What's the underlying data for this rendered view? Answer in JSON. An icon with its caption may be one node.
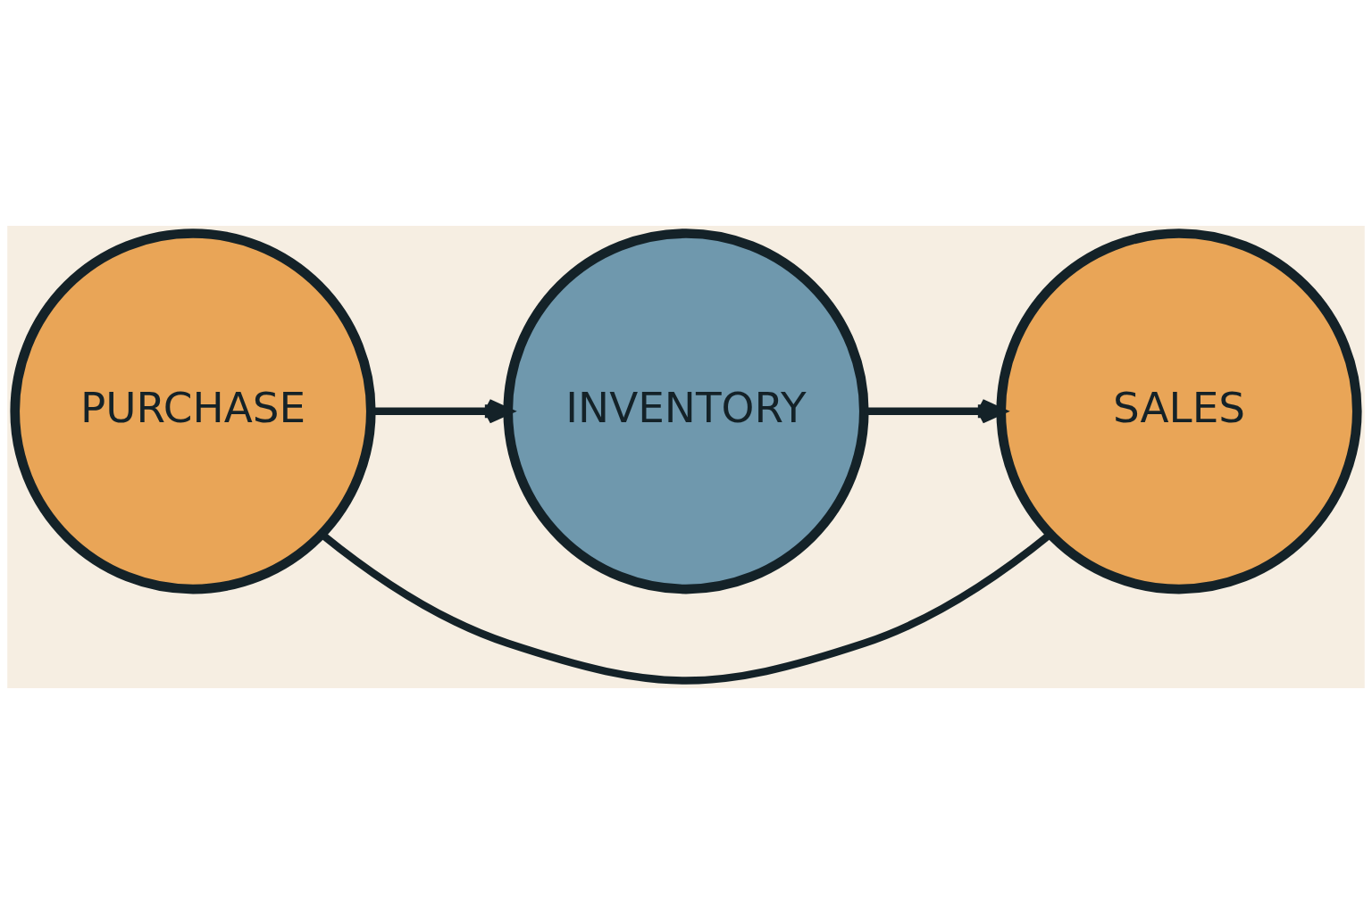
{
  "diagram": {
    "nodes": [
      {
        "text": [
          "PURCHASE"
        ]
      },
      {
        "text": [
          "INVENTORY"
        ]
      },
      {
        "text": [
          "SALES"
        ]
      }
    ],
    "edges": [
      {
        "from": 0,
        "to": 1,
        "arrow": "to"
      },
      {
        "from": 1,
        "to": 2,
        "arrow": "to"
      },
      {
        "from": 0,
        "to": 2,
        "arrow": "none"
      }
    ]
  }
}
